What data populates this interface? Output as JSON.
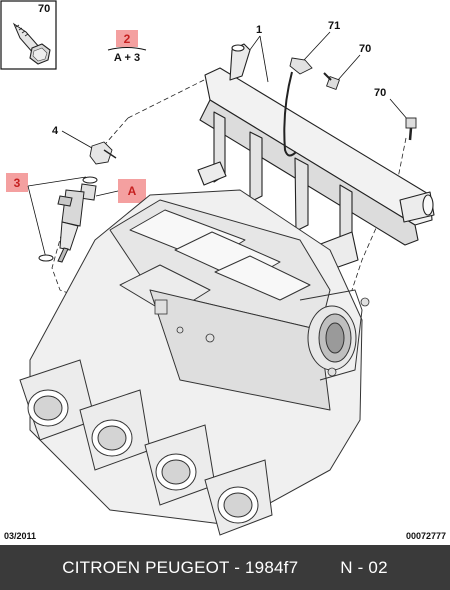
{
  "diagram": {
    "callouts": {
      "bolt_inset": "70",
      "ref_top": "2",
      "ref_top_sub": "A + 3",
      "rail": "1",
      "clip": "71",
      "bolt_rail_a": "70",
      "bolt_rail_b": "70",
      "clip_small": "4",
      "injector": "3",
      "seal": "A"
    }
  },
  "footer": {
    "date": "03/2011",
    "doc_number": "00072777"
  },
  "caption": {
    "brand": "CITROEN PEUGEOT",
    "separator": " - ",
    "part_number": "1984f7",
    "position_label": "N - 02"
  },
  "colors": {
    "caption_bar": "#3a3a3a",
    "highlight_box": "#f4a0a0",
    "highlight_text": "#c62020"
  }
}
